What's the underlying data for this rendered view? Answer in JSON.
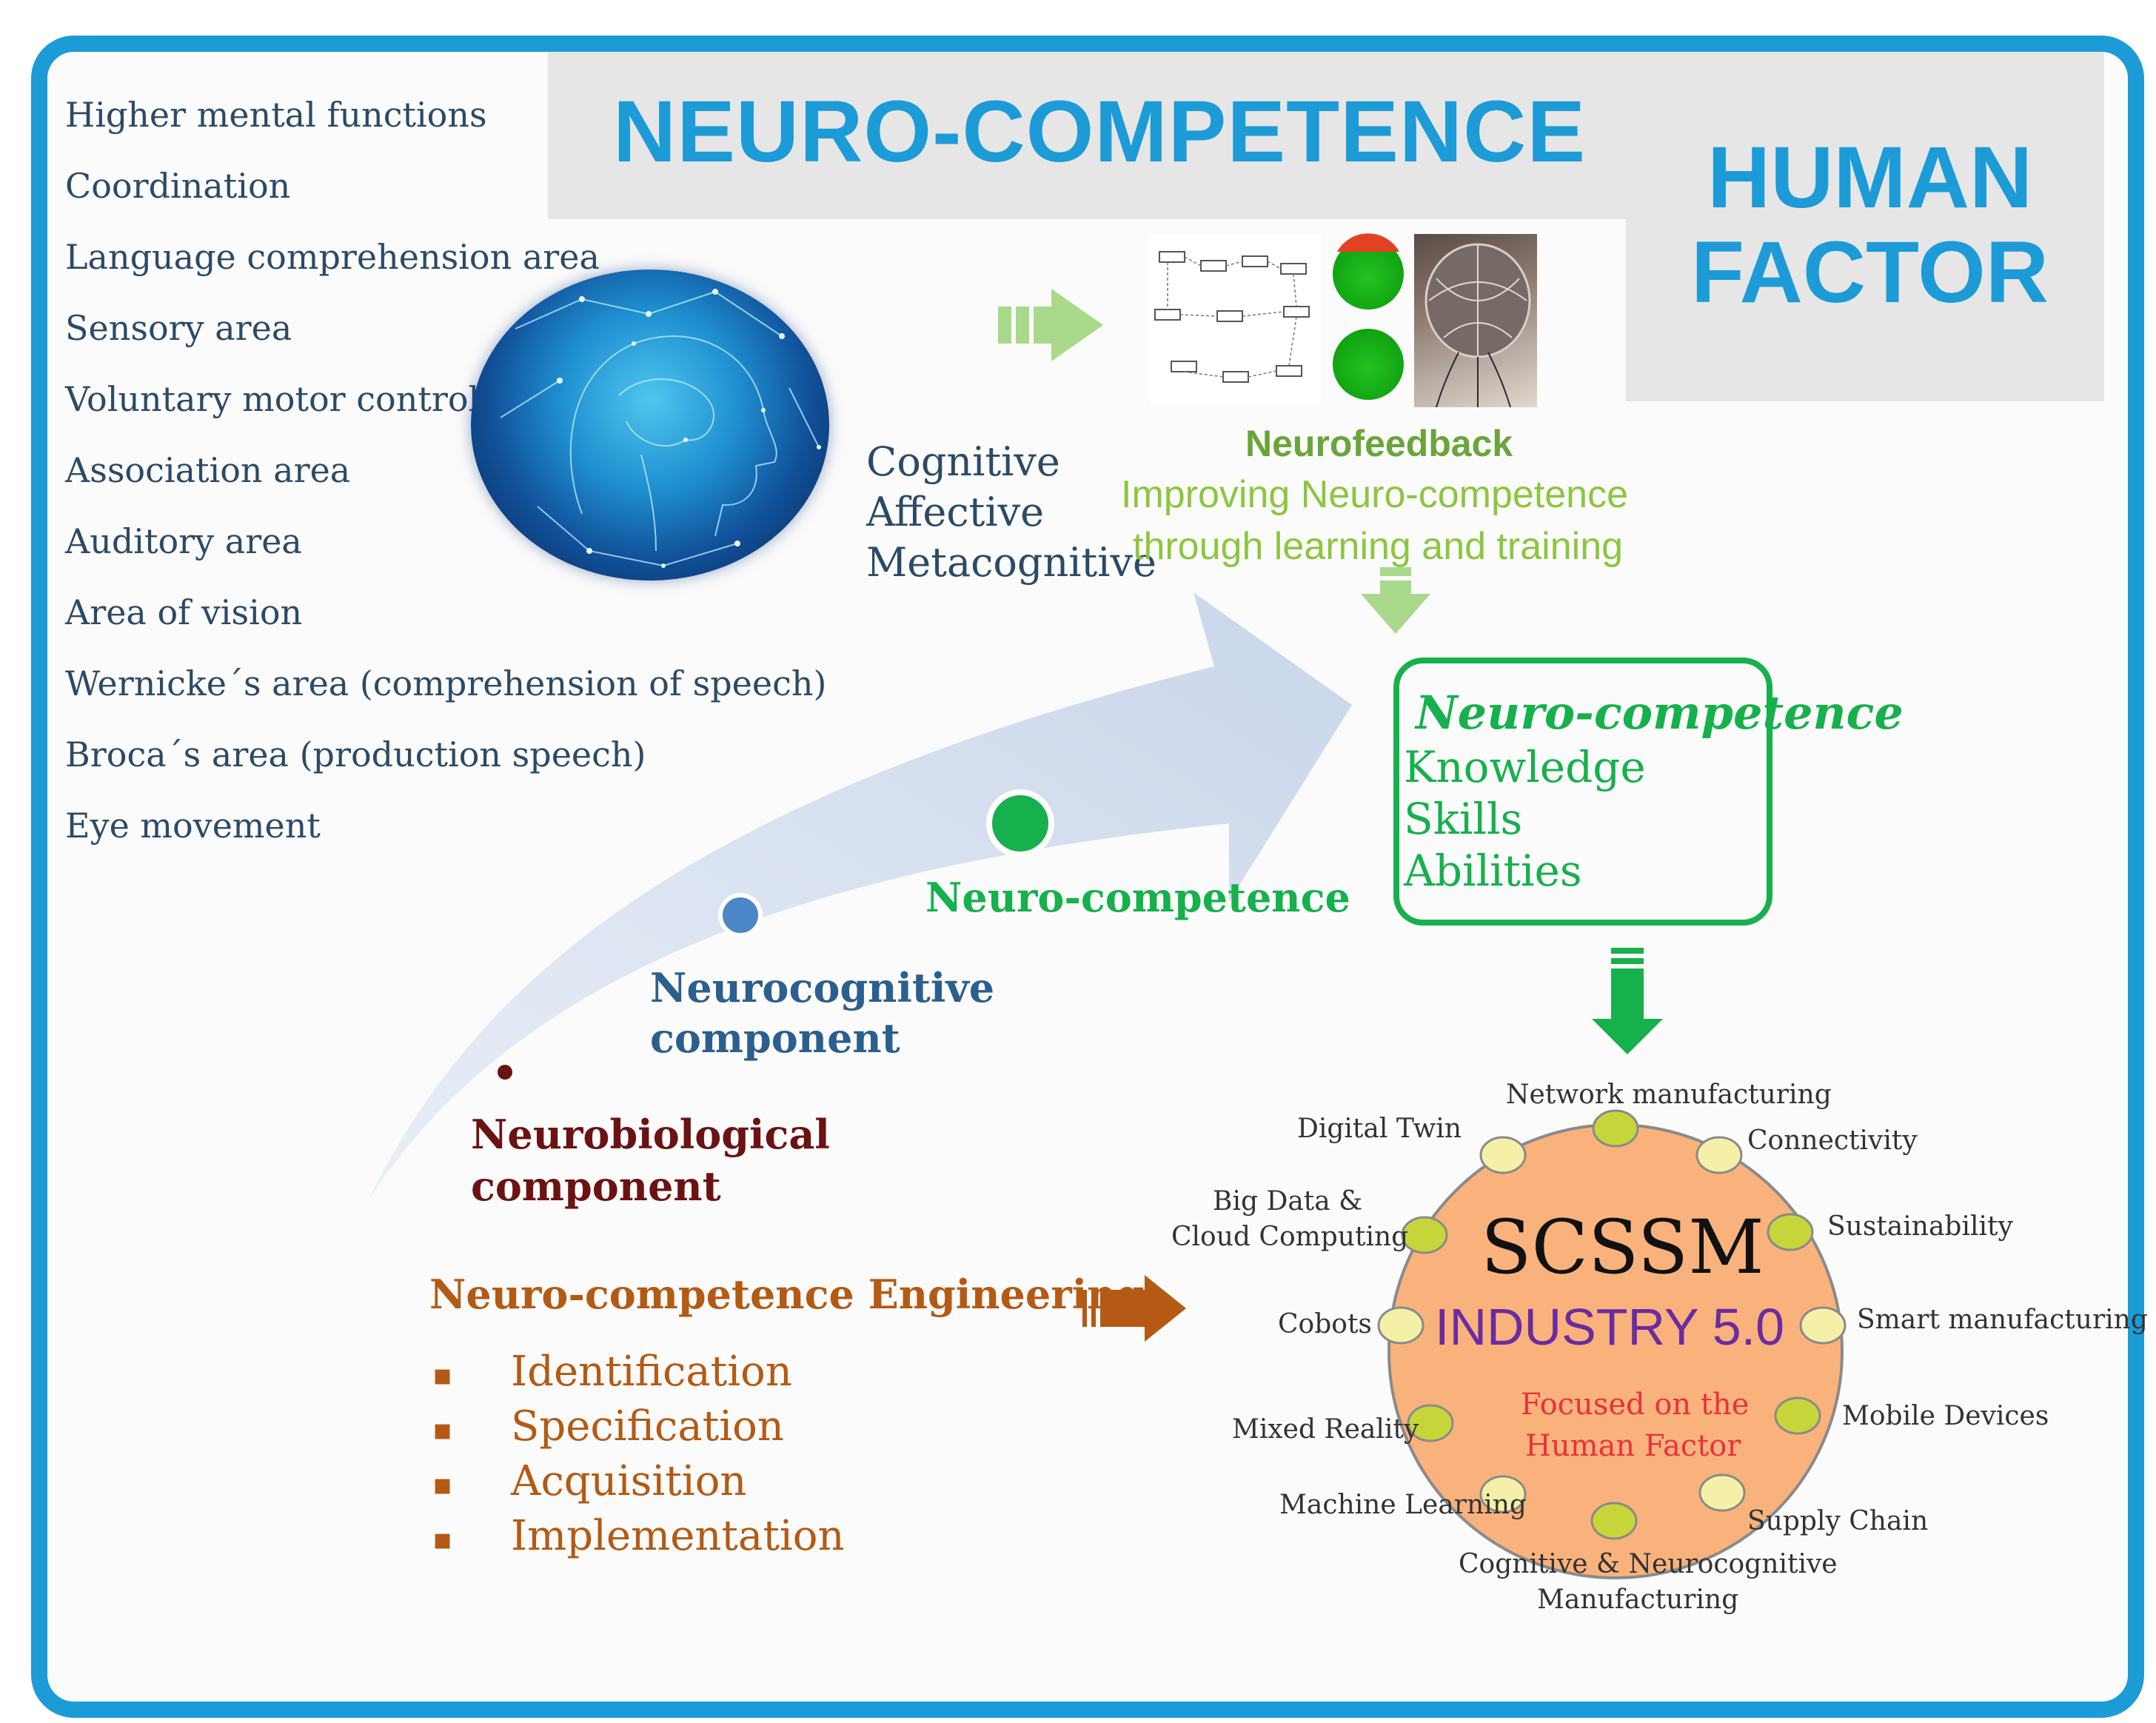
{
  "title": "NEURO-COMPETENCE",
  "human_factor": {
    "line1": "HUMAN",
    "line2": "FACTOR"
  },
  "brain_areas": [
    "Higher mental functions",
    "Coordination",
    "Language comprehension area",
    "Sensory area",
    "Voluntary motor control",
    "Association area",
    "Auditory area",
    "Area of vision",
    "Wernicke´s area (comprehension of speech)",
    "Broca´s area (production speech)",
    "Eye movement"
  ],
  "processes": [
    "Cognitive",
    "Affective",
    "Metacognitive"
  ],
  "neurofeedback": {
    "title": "Neurofeedback",
    "line1": "Improving Neuro-competence",
    "line2": "through learning and training"
  },
  "components": {
    "neurobiological": {
      "line1": "Neurobiological",
      "line2": "component"
    },
    "neurocognitive": {
      "line1": "Neurocognitive",
      "line2": "component"
    },
    "neurocompetence": "Neuro-competence"
  },
  "nc_box": {
    "title": "Neuro-competence",
    "items": [
      "Knowledge",
      "Skills",
      "Abilities"
    ]
  },
  "engineering": {
    "title": "Neuro-competence Engineering",
    "bullet": "▪",
    "steps": [
      "Identification",
      "Specification",
      "Acquisition",
      "Implementation"
    ]
  },
  "scssm": {
    "title": "SCSSM",
    "subtitle": "INDUSTRY 5.0",
    "focus_line1": "Focused on the",
    "focus_line2": "Human Factor",
    "features": {
      "network": "Network manufacturing",
      "digital_twin": "Digital Twin",
      "connectivity": "Connectivity",
      "big_data_1": "Big Data &",
      "big_data_2": "Cloud Computing",
      "sustainability": "Sustainability",
      "cobots": "Cobots",
      "smart": "Smart manufacturing",
      "mixed_reality": "Mixed Reality",
      "mobile": "Mobile Devices",
      "machine_learning": "Machine Learning",
      "supply_chain": "Supply Chain",
      "cognitive_1": "Cognitive & Neurocognitive",
      "cognitive_2": "Manufacturing"
    }
  },
  "colors": {
    "frame": "#1c9bd7",
    "title": "#1c9bd7",
    "area_text": "#2c4a66",
    "neurofeedback": "#6aa43a",
    "light_green": "#8cc63f",
    "neuro_green": "#16b04c",
    "neurocognitive": "#2b5f8e",
    "neurobiological": "#6b1212",
    "engineering": "#b45a14",
    "scssm_fill": "#f9b27c",
    "industry": "#6a2ca0",
    "focus": "#e8323c"
  }
}
